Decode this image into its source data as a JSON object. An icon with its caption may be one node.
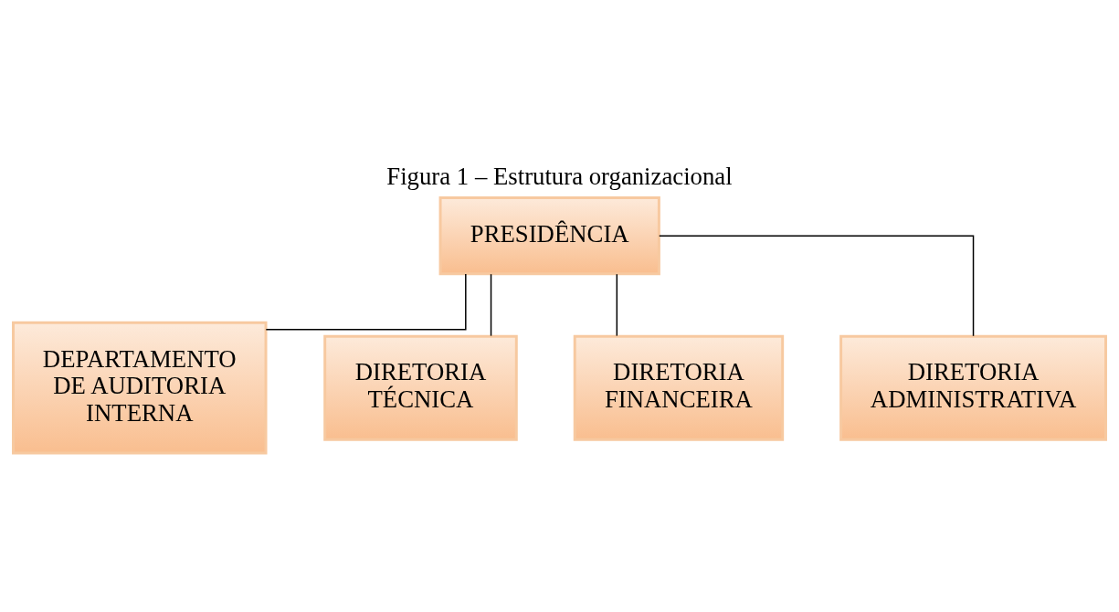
{
  "diagram": {
    "title": "Figura 1 – Estrutura organizacional",
    "nodes": [
      {
        "text": [
          "PRESIDÊNCIA"
        ]
      },
      {
        "text": [
          "DEPARTAMENTO DE AUDITORIA INTERNA"
        ]
      },
      {
        "text": [
          "DIRETORIA TÉCNICA"
        ]
      },
      {
        "text": [
          "DIRETORIA FINANCEIRA"
        ]
      },
      {
        "text": [
          "DIRETORIA ADMINISTRATIVA"
        ]
      }
    ],
    "edges": [
      {
        "from": 0,
        "to": 1,
        "arrow": "none"
      },
      {
        "from": 0,
        "to": 2,
        "arrow": "none"
      },
      {
        "from": 0,
        "to": 3,
        "arrow": "none"
      },
      {
        "from": 0,
        "to": 4,
        "arrow": "none"
      }
    ]
  }
}
